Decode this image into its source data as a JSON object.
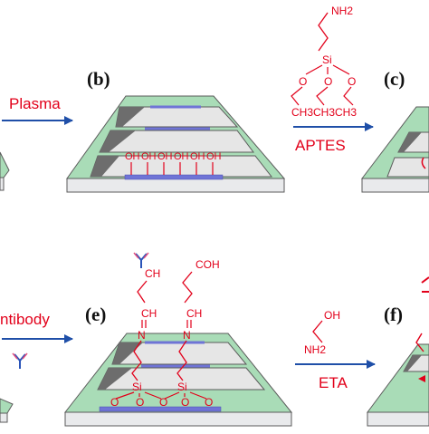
{
  "colors": {
    "surface_top": "#a9dcb7",
    "surface_side": "#e9eaec",
    "surface_edge": "#5b5b5b",
    "channel_dark": "#6d6d6d",
    "channel_light": "#cfcfcf",
    "electrode": "#6f74d6",
    "chem": "#e2001a",
    "arrow": "#1f4fa8",
    "label": "#111111",
    "antibody_blue": "#2a54b8",
    "antibody_pink": "#e24c7d"
  },
  "panels": {
    "b": {
      "label": "(b)",
      "oh_groups": [
        "OH",
        "OH",
        "OH",
        "OH",
        "OH",
        "OH"
      ]
    },
    "c": {
      "label": "(c)"
    },
    "e": {
      "label": "(e)"
    },
    "f": {
      "label": "(f)"
    }
  },
  "steps": {
    "plasma": {
      "label": "Plasma"
    },
    "aptes": {
      "label": "APTES",
      "amine": "NH2",
      "silicon": "Si",
      "oxygen": "O",
      "ethyl": "CH3CH3CH3"
    },
    "antibody": {
      "label": "ntibody"
    },
    "eta": {
      "label": "ETA",
      "hydroxyl": "OH",
      "amine": "NH2"
    }
  },
  "panel_e_chem": {
    "aldehyde_c": "CH",
    "imine_c": "CH",
    "imine_n": "N",
    "cooh": "COH",
    "silicon": "Si",
    "oxygen": "O"
  }
}
